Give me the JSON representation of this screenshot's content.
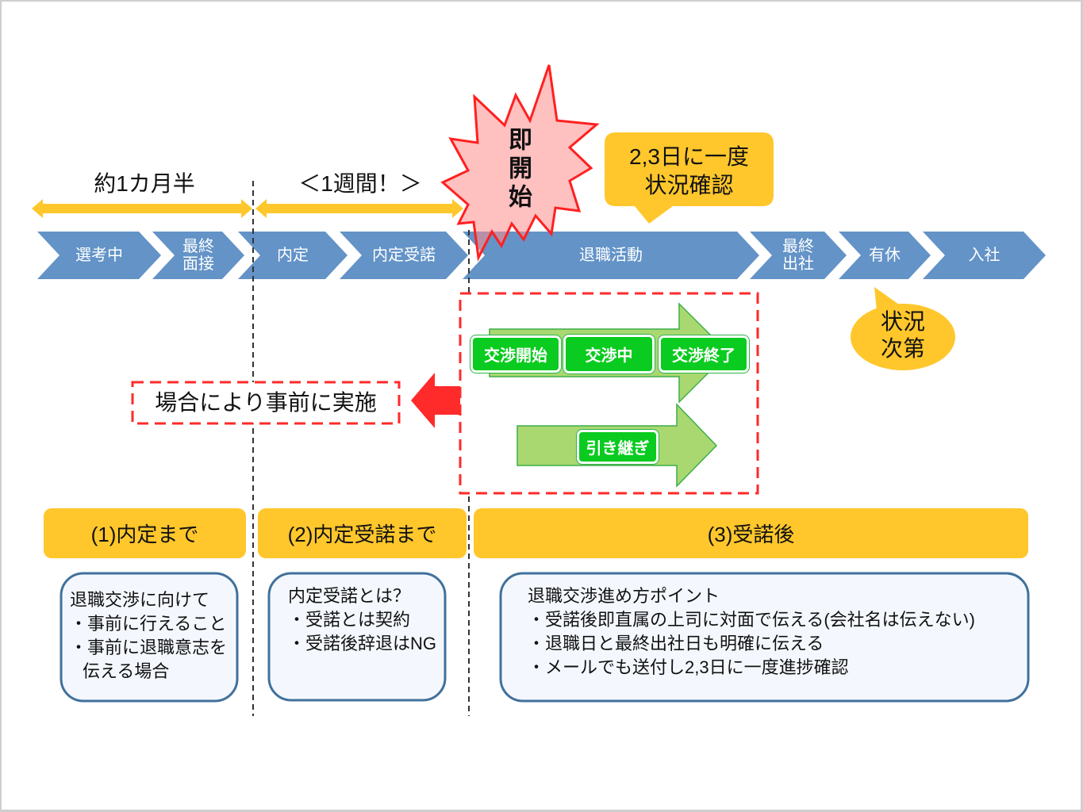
{
  "colors": {
    "chevron": "#6393C7",
    "highlight_yellow": "#FFC72C",
    "alert_red": "#FF2A2A",
    "burst_fill": "#FF8C8C",
    "green_box": "#0ACB1F",
    "green_arrow": "#A9D871",
    "box_border": "#41719C",
    "box_fill": "#F4F8FE"
  },
  "durations": {
    "until_offer": "約1カ月半",
    "offer_to_acceptance": "＜1週間！＞"
  },
  "burst": {
    "label": "即開始"
  },
  "callouts": {
    "check_in": {
      "lines": [
        "2,3日に一度",
        "状況確認"
      ]
    },
    "paid_leave": {
      "lines": [
        "状況",
        "次第"
      ]
    }
  },
  "timeline": {
    "steps": [
      {
        "lines": [
          "選考中"
        ]
      },
      {
        "lines": [
          "最終",
          "面接"
        ]
      },
      {
        "lines": [
          "内定"
        ]
      },
      {
        "lines": [
          "内定受諾"
        ]
      },
      {
        "lines": [
          "退職活動"
        ]
      },
      {
        "lines": [
          "最終",
          "出社"
        ]
      },
      {
        "lines": [
          "有休"
        ]
      },
      {
        "lines": [
          "入社"
        ]
      }
    ]
  },
  "negotiation": {
    "steps": [
      "交渉開始",
      "交渉中",
      "交渉終了"
    ],
    "handover": "引き継ぎ"
  },
  "advance_note": "場合により事前に実施",
  "sections": [
    {
      "header": "(1)内定まで",
      "lines": [
        "退職交渉に向けて",
        "・事前に行えること",
        "・事前に退職意志を",
        "伝える場合"
      ]
    },
    {
      "header": "(2)内定受諾まで",
      "lines": [
        "内定受諾とは？",
        "・受諾とは契約",
        "・受諾後辞退はNG"
      ]
    },
    {
      "header": "(3)受諾後",
      "lines": [
        "退職交渉進め方ポイント",
        "・受諾後即直属の上司に対面で伝える(会社名は伝えない)",
        "・退職日と最終出社日も明確に伝える",
        "・メールでも送付し2,3日に一度進捗確認"
      ]
    }
  ]
}
